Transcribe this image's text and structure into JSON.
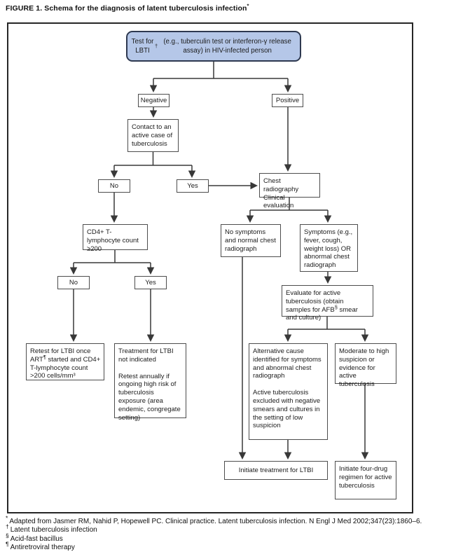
{
  "figure": {
    "title": "FIGURE 1. Schema for the diagnosis of latent tuberculosis infection*"
  },
  "flowchart": {
    "test_box": "Test for LBTI† (e.g., tuberculin test or interferon-γ release assay) in HIV-infected person",
    "negative_label": "Negative",
    "positive_label": "Positive",
    "contact_box": "Contact to an active case of tuberculosis",
    "contact_no": "No",
    "contact_yes": "Yes",
    "chest_box": {
      "line1": "Chest radiography",
      "line2": "Clinical evaluation"
    },
    "cd4_box": "CD4+ T-lymphocyte count ≥200",
    "cd4_no": "No",
    "cd4_yes": "Yes",
    "retest_box": "Retest for LTBI once ART¶ started and CD4+ T-lymphocyte count >200 cells/mm³",
    "treatment_box": {
      "para1": "Treatment for LTBI not indicated",
      "para2": "Retest annually if ongoing high risk of tuberculosis exposure (area endemic, congregate setting)"
    },
    "no_symptoms_box": "No symptoms and normal chest radiograph",
    "symptoms_box": "Symptoms (e.g., fever, cough, weight loss) OR abnormal chest radiograph",
    "evaluate_box": "Evaluate for active tuberculosis (obtain samples for AFB§ smear and culture)",
    "alt_cause_box": {
      "para1": "Alternative cause identified for symptoms and abnormal chest radiograph",
      "para2": "Active tuberculosis excluded with negative smears and cultures in the setting of low suspicion"
    },
    "moderate_box": "Moderate to high suspicion or evidence for active tuberculosis",
    "initiate_ltbi_box": "Initiate treatment for LTBI",
    "four_drug_box": "Initiate four-drug regimen for active tuberculosis"
  },
  "footnotes": [
    {
      "sym": "*",
      "text": "Adapted from Jasmer RM, Nahid P, Hopewell PC. Clinical practice. Latent tuberculosis infection. N Engl J Med 2002;347(23):1860–6."
    },
    {
      "sym": "†",
      "text": "Latent tuberculosis infection"
    },
    {
      "sym": "§",
      "text": "Acid-fast bacillus"
    },
    {
      "sym": "¶",
      "text": "Antiretroviral therapy"
    }
  ],
  "colors": {
    "start_node_fill": "#b5c7e8",
    "start_node_border": "#2e3950",
    "connector": "#383838"
  }
}
